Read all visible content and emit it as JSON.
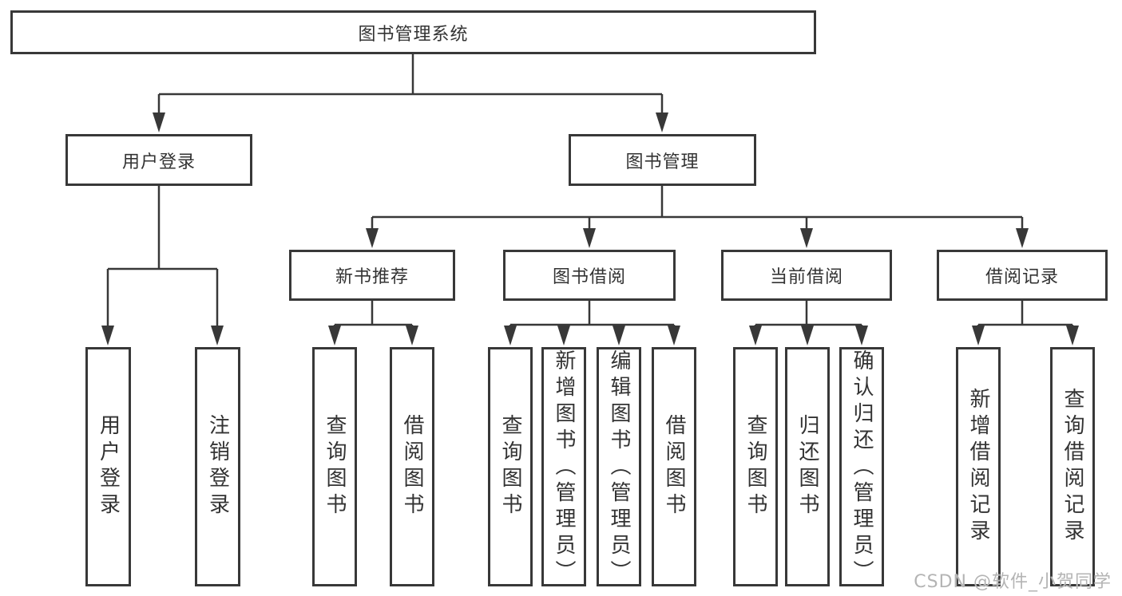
{
  "diagram_title": "图书管理系统",
  "watermark": "CSDN @软件_小贺同学",
  "colors": {
    "line": "#383838",
    "box_border": "#383838",
    "box_background": "#ffffff",
    "text": "#333333",
    "watermark": "#b4b4b4"
  },
  "tree": {
    "label": "图书管理系统",
    "children": [
      {
        "label": "用户登录",
        "children": [
          {
            "label": "用户登录"
          },
          {
            "label": "注销登录"
          }
        ]
      },
      {
        "label": "图书管理",
        "children": [
          {
            "label": "新书推荐",
            "children": [
              {
                "label": "查询图书"
              },
              {
                "label": "借阅图书"
              }
            ]
          },
          {
            "label": "图书借阅",
            "children": [
              {
                "label": "查询图书"
              },
              {
                "label": "新增图书（管理员）"
              },
              {
                "label": "编辑图书（管理员）"
              },
              {
                "label": "借阅图书"
              }
            ]
          },
          {
            "label": "当前借阅",
            "children": [
              {
                "label": "查询图书"
              },
              {
                "label": "归还图书"
              },
              {
                "label": "确认归还（管理员）"
              }
            ]
          },
          {
            "label": "借阅记录",
            "children": [
              {
                "label": "新增借阅记录"
              },
              {
                "label": "查询借阅记录"
              }
            ]
          }
        ]
      }
    ]
  }
}
